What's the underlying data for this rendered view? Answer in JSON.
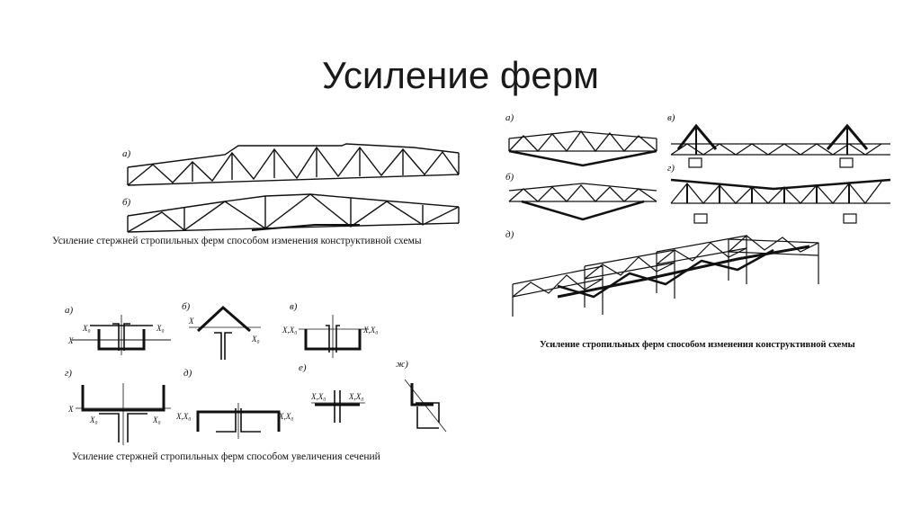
{
  "slide": {
    "title": "Усиление ферм"
  },
  "left_top": {
    "labels": [
      "а)",
      "б)"
    ],
    "caption": "Усиление стержней стропильных ферм способом изменения конструктивной схемы"
  },
  "left_bottom": {
    "labels": [
      "а)",
      "б)",
      "в)",
      "г)",
      "д)",
      "е)",
      "ж)"
    ],
    "axis_labels": {
      "x": "X",
      "x0": "X₀",
      "xx0": "X,X₀"
    },
    "caption": "Усиление стержней стропильных ферм способом увеличения сечений"
  },
  "right": {
    "labels": [
      "а)",
      "б)",
      "в)",
      "г)",
      "д)"
    ],
    "caption": "Усиление стропильных ферм способом изменения конструктивной схемы"
  }
}
